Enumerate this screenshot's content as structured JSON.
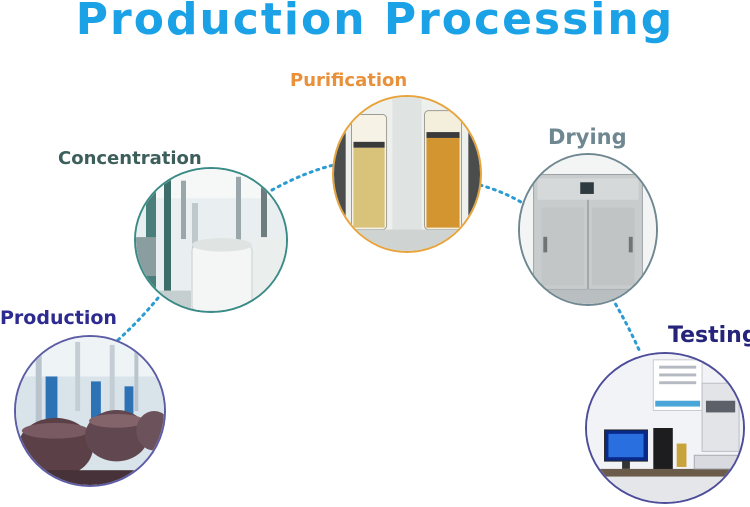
{
  "title": "Production Processing",
  "steps": [
    {
      "name": "Production",
      "color": "#2d2b8f",
      "icon": "reactor-vessels-photo"
    },
    {
      "name": "Concentration",
      "color": "#3d5f5c",
      "icon": "concentration-tanks-photo"
    },
    {
      "name": "Purification",
      "color": "#e8903a",
      "icon": "purification-columns-photo"
    },
    {
      "name": "Drying",
      "color": "#6f8791",
      "icon": "drying-oven-photo"
    },
    {
      "name": "Testing",
      "color": "#25237a",
      "icon": "lab-testing-photo"
    }
  ],
  "colors": {
    "title": "#1aa1e6",
    "connector": "#2a9bd3"
  }
}
